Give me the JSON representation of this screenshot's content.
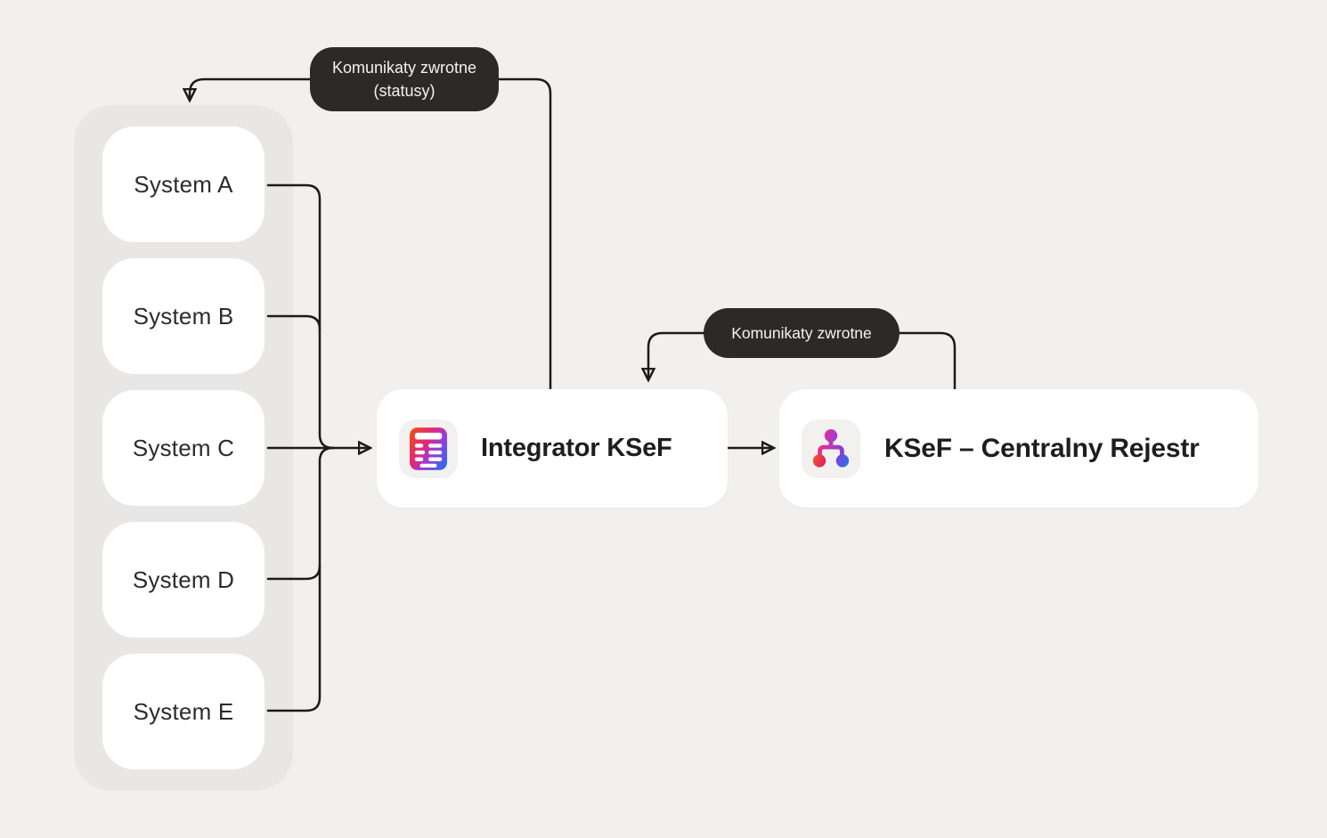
{
  "canvas": {
    "background": "#F1F0EE"
  },
  "systems_panel": {
    "items": [
      {
        "label": "System A"
      },
      {
        "label": "System B"
      },
      {
        "label": "System C"
      },
      {
        "label": "System D"
      },
      {
        "label": "System E"
      }
    ]
  },
  "nodes": {
    "integrator": {
      "title": "Integrator KSeF",
      "icon": "invoice-gradient-icon"
    },
    "central_registry": {
      "title": "KSeF – Centralny Rejestr",
      "icon": "org-chart-gradient-icon"
    }
  },
  "callouts": {
    "statuses": {
      "line1": "Komunikaty zwrotne",
      "line2": "(statusy)"
    },
    "feedback": {
      "label": "Komunikaty zwrotne"
    }
  },
  "colors": {
    "background": "#F1F0EE",
    "panel": "#E8E7E5",
    "card": "#FFFFFF",
    "callout_bg": "#2B2A28",
    "callout_text": "#F4F3F2",
    "connector": "#1B1B1B",
    "title_text": "#1E1E1E",
    "icon_gradient": [
      "#F2491A",
      "#E02877",
      "#A038DA",
      "#2E6BF0"
    ]
  }
}
